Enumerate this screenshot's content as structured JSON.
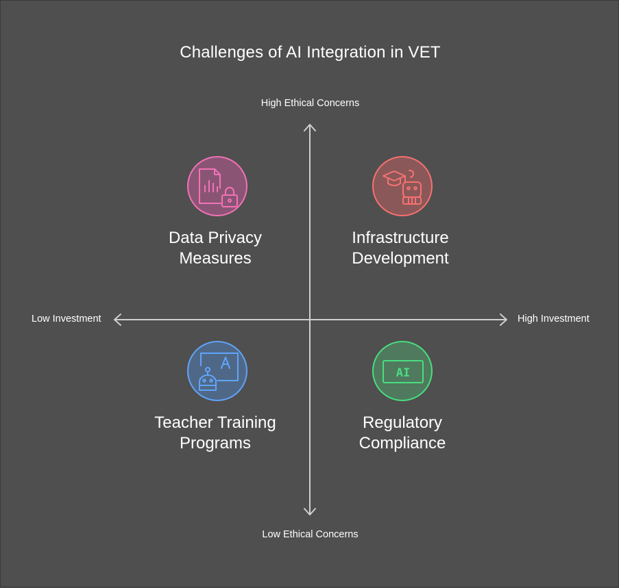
{
  "title": "Challenges of AI Integration in VET",
  "axes": {
    "y_top": "High Ethical Concerns",
    "y_bottom": "Low Ethical Concerns",
    "x_left": "Low Investment",
    "x_right": "High Investment"
  },
  "quadrants": {
    "top_left": {
      "line1": "Data Privacy",
      "line2": "Measures",
      "icon": "document-lock-icon",
      "color": "#f472b6"
    },
    "top_right": {
      "line1": "Infrastructure",
      "line2": "Development",
      "icon": "graduation-robot-icon",
      "color": "#f87171"
    },
    "bottom_left": {
      "line1": "Teacher Training",
      "line2": "Programs",
      "icon": "robot-teacher-icon",
      "color": "#60a5fa"
    },
    "bottom_right": {
      "line1": "Regulatory",
      "line2": "Compliance",
      "icon": "ai-screen-icon",
      "color": "#4ade80",
      "icon_text": "AI"
    }
  },
  "colors": {
    "background": "#4f4f4f",
    "axis": "#d0d0d0"
  }
}
